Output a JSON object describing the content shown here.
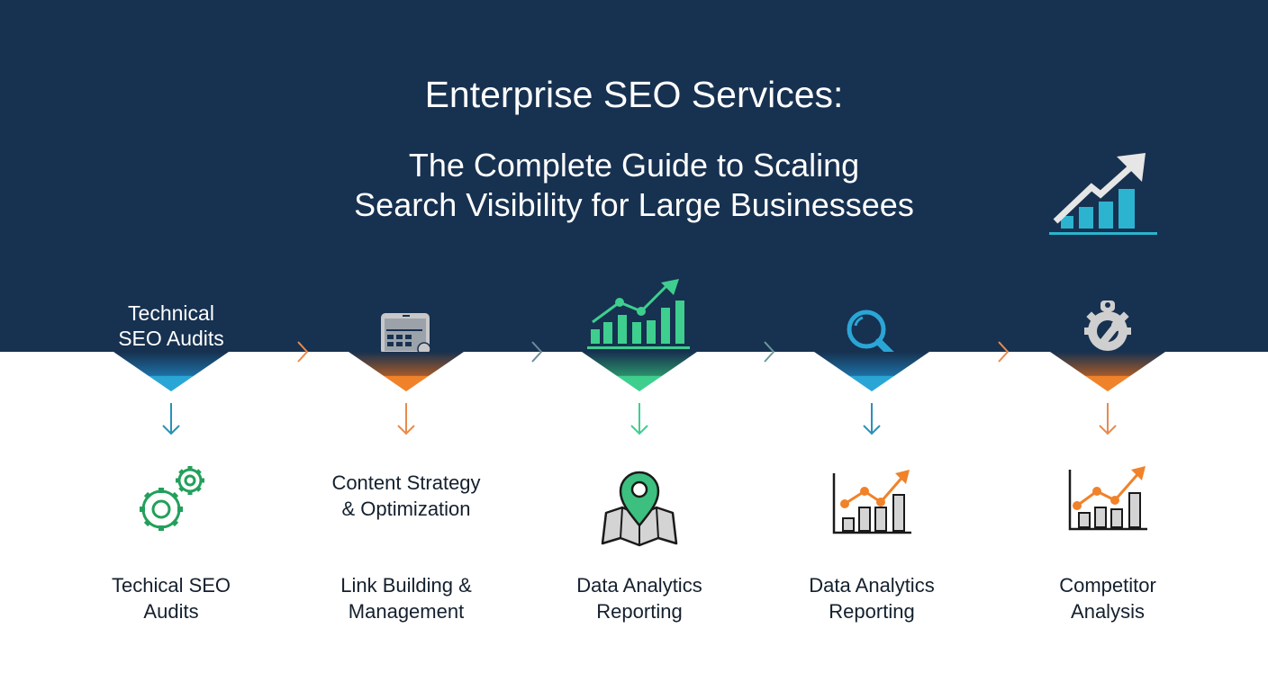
{
  "header": {
    "title": "Enterprise SEO Services:",
    "subtitle_line1": "The Complete Guide to Scaling",
    "subtitle_line2": "Search Visibility for Large Businessees",
    "hero_icon": "growth-chart-icon",
    "background": "#173150"
  },
  "steps": [
    {
      "top_label_1": "Technical",
      "top_label_2": "SEO Audits",
      "top_icon": null,
      "accent": "#2aa6d6",
      "mid_icon": "gears-icon",
      "mid_label_1": "",
      "mid_label_2": "",
      "bottom_label_1": "Techical SEO",
      "bottom_label_2": "Audits"
    },
    {
      "top_label_1": "",
      "top_label_2": "",
      "top_icon": "calculator-icon",
      "accent": "#f0822a",
      "mid_icon": null,
      "mid_label_1": "Content Strategy",
      "mid_label_2": "& Optimization",
      "bottom_label_1": "Link Building &",
      "bottom_label_2": "Management"
    },
    {
      "top_label_1": "",
      "top_label_2": "",
      "top_icon": "bar-chart-trend-icon",
      "accent": "#3ecf8e",
      "mid_icon": "map-pin-icon",
      "mid_label_1": "",
      "mid_label_2": "",
      "bottom_label_1": "Data Analytics",
      "bottom_label_2": "Reporting"
    },
    {
      "top_label_1": "",
      "top_label_2": "",
      "top_icon": "magnifier-icon",
      "accent": "#2aa6d6",
      "mid_icon": "line-bar-chart-icon",
      "mid_label_1": "",
      "mid_label_2": "",
      "bottom_label_1": "Data Analytics",
      "bottom_label_2": "Reporting"
    },
    {
      "top_label_1": "",
      "top_label_2": "",
      "top_icon": "gear-wrench-icon",
      "accent": "#f0822a",
      "mid_icon": "line-bar-chart-icon",
      "mid_label_1": "",
      "mid_label_2": "",
      "bottom_label_1": "Competitor",
      "bottom_label_2": "Analysis"
    }
  ],
  "connectors": [
    {
      "color": "#e98a4c"
    },
    {
      "color": "#6b8a9a"
    },
    {
      "color": "#6b9a9a"
    },
    {
      "color": "#e98a4c"
    }
  ]
}
